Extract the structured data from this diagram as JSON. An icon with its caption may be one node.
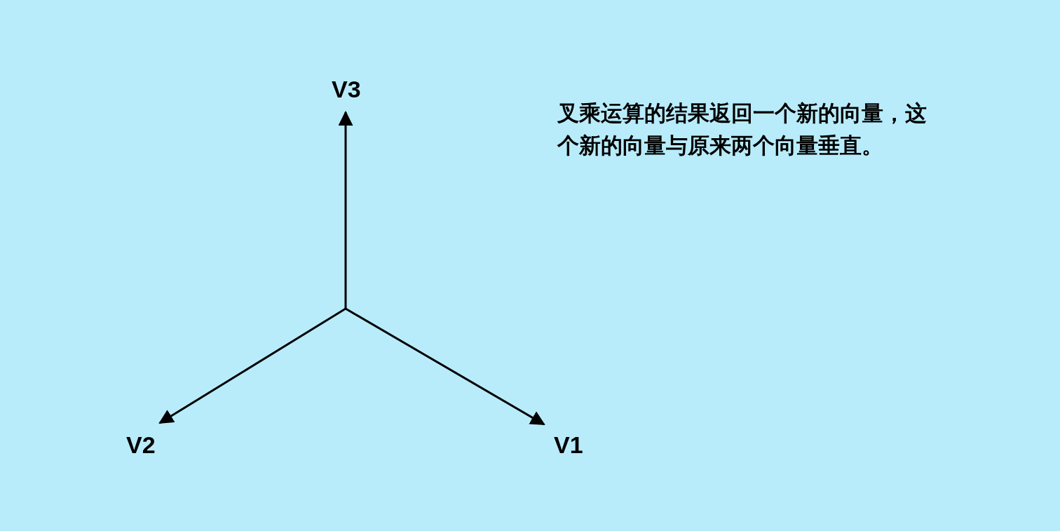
{
  "diagram": {
    "labels": [
      "V3",
      "叉乘运算的结果返回一个新的向量，这个新的向量与原来两个向量垂直。",
      "V2",
      "V1"
    ]
  }
}
